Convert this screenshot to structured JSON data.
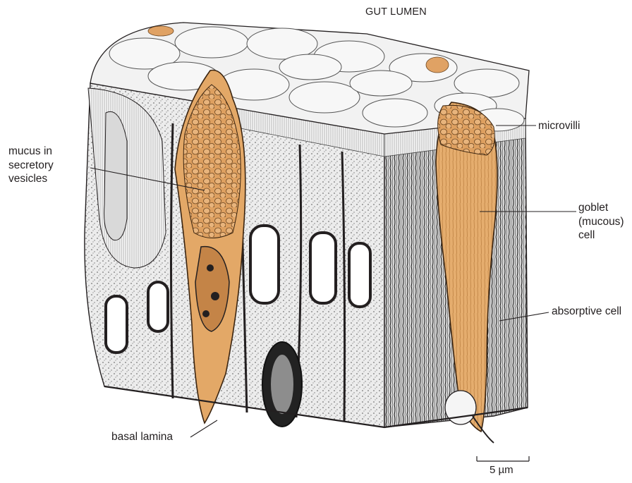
{
  "title": "GUT LUMEN",
  "labels": {
    "microvilli": "microvilli",
    "mucus": "mucus in secretory vesicles",
    "goblet": "goblet (mucous) cell",
    "absorptive": "absorptive cell",
    "basal_lamina": "basal lamina"
  },
  "scale_bar": {
    "label": "5 µm"
  },
  "colors": {
    "goblet_fill": "#e3a867",
    "goblet_dark": "#c98a4a",
    "line": "#231f20",
    "tissue": "#e8e8e8",
    "top_surface": "#f2f2f2"
  }
}
